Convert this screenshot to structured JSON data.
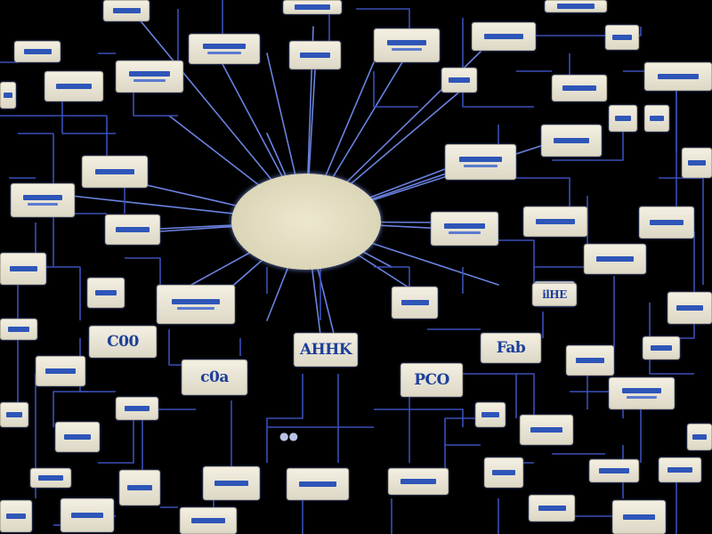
{
  "diagram": {
    "hub": {
      "label": ""
    },
    "node_labels": {
      "n_a": "AHHK",
      "n_b": "C00",
      "n_c": "Fab",
      "n_d": "c0a",
      "n_e": "PCO",
      "n_f": "ilHE"
    }
  },
  "colors": {
    "background": "#000000",
    "wire": "#3a4fb8",
    "wire_light": "#6a82e0",
    "node_fill": "#ede9da",
    "accent": "#2e55b8"
  }
}
